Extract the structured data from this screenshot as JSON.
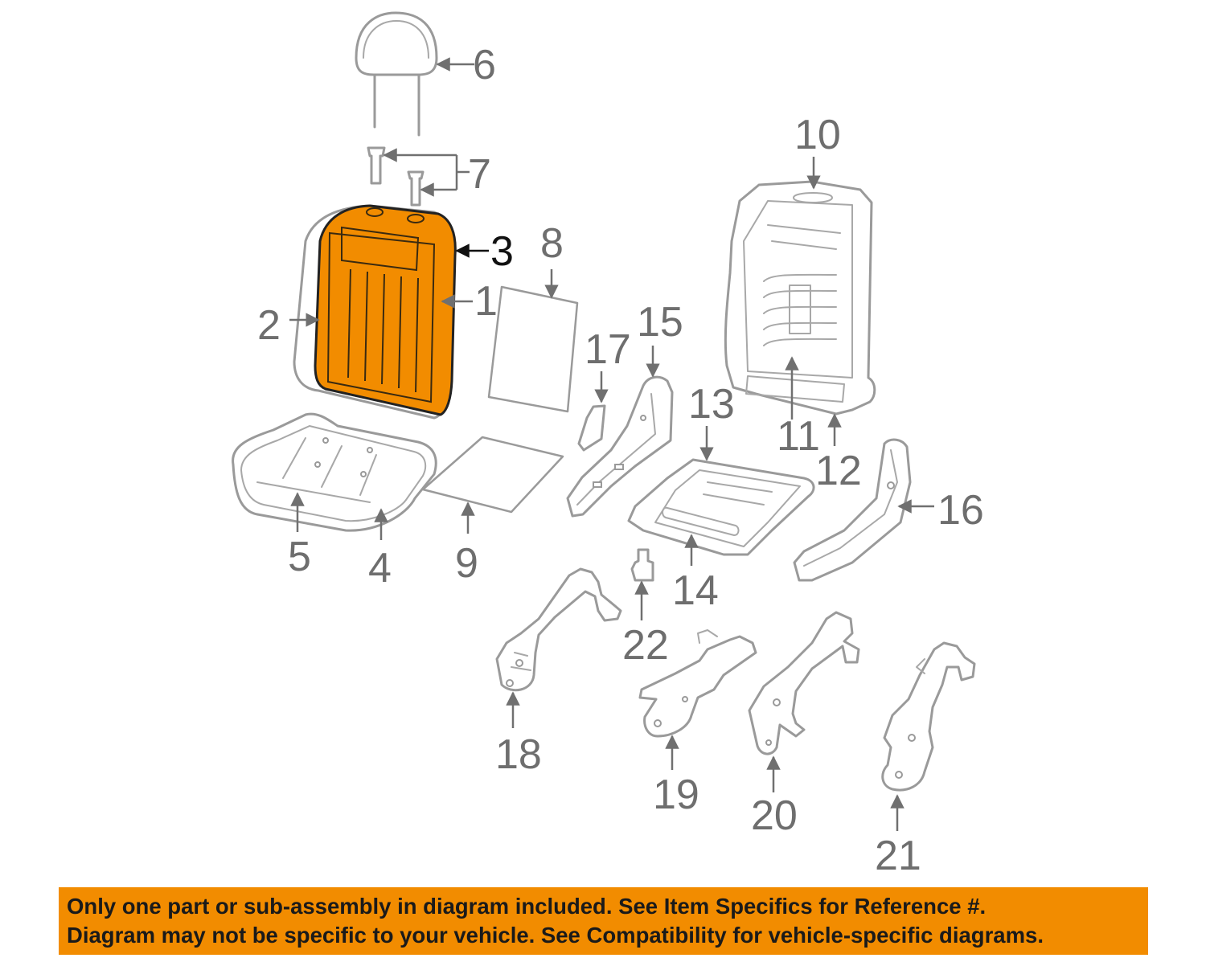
{
  "callouts": {
    "c1": "1",
    "c2": "2",
    "c3": "3",
    "c4": "4",
    "c5": "5",
    "c6": "6",
    "c7": "7",
    "c8": "8",
    "c9": "9",
    "c10": "10",
    "c11": "11",
    "c12": "12",
    "c13": "13",
    "c14": "14",
    "c15": "15",
    "c16": "16",
    "c17": "17",
    "c18": "18",
    "c19": "19",
    "c20": "20",
    "c21": "21",
    "c22": "22"
  },
  "highlighted_part": "3",
  "colors": {
    "highlight": "#f28c00",
    "line": "#9a9a9a",
    "banner": "#f28c00",
    "text_dark": "#1a1a1a"
  },
  "banner": {
    "line1": "Only one part or sub-assembly in diagram included. See Item Specifics for Reference #.",
    "line2": "Diagram may not be specific to your vehicle. See Compatibility for vehicle-specific diagrams."
  }
}
